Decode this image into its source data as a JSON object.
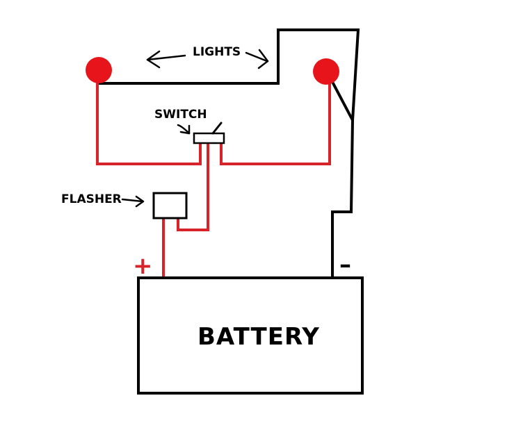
{
  "labels": {
    "lights": "LIGHTS",
    "switch": "SWITCH",
    "flasher": "FLASHER",
    "battery": "BATTERY",
    "positive": "+",
    "negative": "–"
  },
  "colors": {
    "positive_wire": "#d9232a",
    "ground_wire": "#000000",
    "light": "#e8141b",
    "background": "#ffffff"
  }
}
